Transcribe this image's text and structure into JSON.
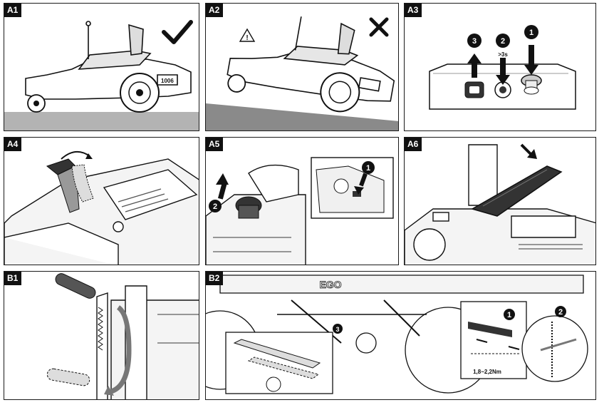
{
  "panels": {
    "A1": {
      "tag": "A1",
      "mark": "check"
    },
    "A2": {
      "tag": "A2",
      "mark": "cross",
      "warning": "!"
    },
    "A3": {
      "tag": "A3",
      "steps": [
        "3",
        "2",
        "1"
      ],
      "hold_note": ">3s"
    },
    "A4": {
      "tag": "A4"
    },
    "A5": {
      "tag": "A5",
      "steps": [
        "2",
        "1"
      ]
    },
    "A6": {
      "tag": "A6"
    },
    "B1": {
      "tag": "B1"
    },
    "B2": {
      "tag": "B2",
      "steps": [
        "1",
        "2",
        "3"
      ],
      "brand": "EGO",
      "torque": "1,8~2,2Nm"
    }
  },
  "colors": {
    "ink": "#111111",
    "ground": "#b3b3b3",
    "mid_gray": "#8a8a8a",
    "white": "#ffffff"
  }
}
